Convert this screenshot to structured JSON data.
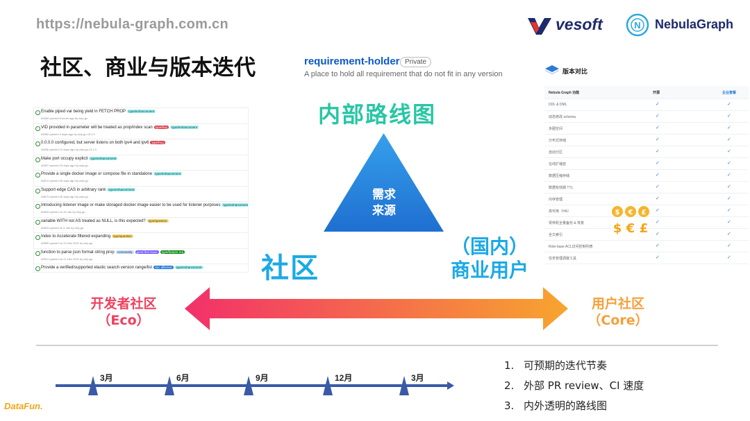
{
  "header": {
    "url": "https://nebula-graph.com.cn",
    "title": "社区、商业与版本迭代",
    "logos": {
      "vesoft": "vesoft",
      "nebula": "NebulaGraph"
    }
  },
  "repo": {
    "name": "requirement-holder",
    "visibility": "Private",
    "description": "A place to hold all requirement that do not fit in any version"
  },
  "issues": [
    {
      "title": "Enable piped var being yield in FETCH PROP",
      "labels": [
        "type/enhancement"
      ],
      "meta": "#3984 opened 6 hours ago by wey-gu"
    },
    {
      "title": "VID provided in parameter will be treated as prop/index scan",
      "labels": [
        "type/bug",
        "type/enhancement"
      ],
      "meta": "#3982 opened 4 days ago by wey-gu  v3.1.0"
    },
    {
      "title": "0.0.0.0 configured, but server listens on both ipv4 and ipv6",
      "labels": [
        "type/bug"
      ],
      "meta": "#3956 opened 12 days ago by wey-gu  v3.1.0"
    },
    {
      "title": "Make port occupy explicit",
      "labels": [
        "type/enhancement"
      ],
      "meta": "#3907 opened 19 days ago by wey-gu"
    },
    {
      "title": "Provide a single docker image or compose file in standalone",
      "labels": [
        "type/enhancement"
      ],
      "meta": "#3874 opened 26 days ago by wey-gu"
    },
    {
      "title": "Support edge CAS in arbitrary rank",
      "labels": [
        "type/enhancement"
      ],
      "meta": "#3873 opened 26 days ago by wey-gu"
    },
    {
      "title": "Introducing listener image or make storaged docker image easier to be used for listener purposes",
      "labels": [
        "type/enhancement"
      ],
      "meta": "#3833 opened on 25 Jan by wey-gu"
    },
    {
      "title": "variable WITH not AS treated as NULL, is this expected?",
      "labels": [
        "type/question"
      ],
      "meta": "#3823 opened on 5 Jan by wey-gu"
    },
    {
      "title": "Index to Accelerate filtered expanding",
      "labels": [
        "type/question"
      ],
      "meta": "#3555 opened on 24 Dec 2021 by wey-gu"
    },
    {
      "title": "function to parse json format string prop",
      "labels": [
        "community",
        "good first issue",
        "type/feature req"
      ],
      "meta": "#3513 opened on 21 Dec 2021 by wey-gu"
    },
    {
      "title": "Provide a verified/supported elastic search version range/list",
      "labels": [
        "doc affected",
        "type/enhancement"
      ],
      "meta": "#3506 opened on 14 Dec 2021 by wey-gu"
    }
  ],
  "roadmap": {
    "title": "内部路线图",
    "triangle_line1": "需求",
    "triangle_line2": "来源",
    "community": "社区",
    "biz_line1": "（国内）",
    "biz_line2": "商业用户",
    "triangle_color": "#2a86e0",
    "title_color": "#27c6a4",
    "accent_blue": "#1ba9e6"
  },
  "comparison": {
    "title": "版本对比",
    "columns": [
      "Nebula Graph 功能",
      "开源",
      "企业套餐"
    ],
    "rows": [
      "DDL & DML",
      "动态修改 schema",
      "多图空间",
      "分布式存储",
      "自动分区",
      "在线扩缩容",
      "数据压缩存储",
      "数据有效期 TTL",
      "内存管理",
      "高可用（HA）",
      "零停机全量备份 & 恢复",
      "全文索引",
      "Role-base ACL访问控制列表",
      "任务管理调度工具"
    ]
  },
  "spectrum": {
    "left_line1": "开发者社区",
    "left_line2": "（Eco）",
    "right_line1": "用户社区",
    "right_line2": "（Core）",
    "left_color": "#f0405e",
    "right_color": "#f5a03a"
  },
  "timeline": {
    "months": [
      "3月",
      "6月",
      "9月",
      "12月",
      "3月"
    ],
    "color": "#3a5aa8"
  },
  "points": [
    {
      "num": "1.",
      "text": "可预期的迭代节奏"
    },
    {
      "num": "2.",
      "text": "外部 PR review、CI 速度"
    },
    {
      "num": "3.",
      "text": "内外透明的路线图"
    }
  ],
  "footer": {
    "brand": "DataFun."
  }
}
